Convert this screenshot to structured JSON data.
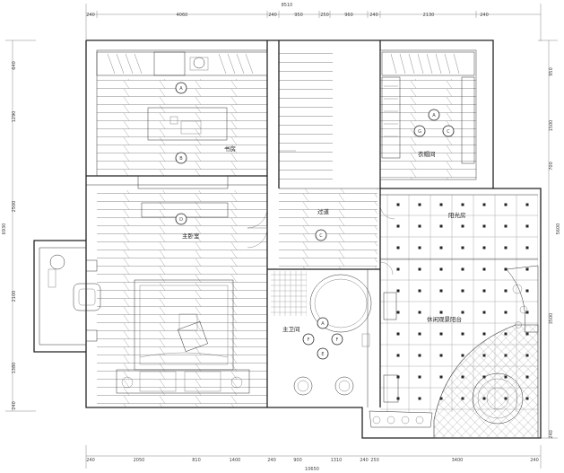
{
  "dimensions": {
    "top_total": "8510",
    "top": [
      "240",
      "4060",
      "240",
      "950",
      "250",
      "960",
      "240",
      "2130",
      "240"
    ],
    "bottom_total": "10650",
    "bottom": [
      "240",
      "2050",
      "810",
      "1400",
      "240",
      "900",
      "1310",
      "240",
      "250",
      "3400",
      "240"
    ],
    "left_total": "6930",
    "left": [
      "640",
      "1290",
      "2500",
      "2100",
      "1380",
      "240"
    ],
    "right_total": "5600",
    "right": [
      "950",
      "1500",
      "700",
      "3500",
      "240"
    ]
  },
  "rooms": {
    "study": "书房",
    "dressing": "衣帽间",
    "corridor": "过道",
    "bedroom": "主卧室",
    "bathroom": "主卫间",
    "sunroom": "阳光房",
    "terrace": "休闲观景阳台"
  },
  "markers": {
    "m1": "A",
    "m2": "D",
    "m3": "B",
    "m4": "C",
    "m5": "E",
    "m6": "G",
    "m7": "F"
  }
}
